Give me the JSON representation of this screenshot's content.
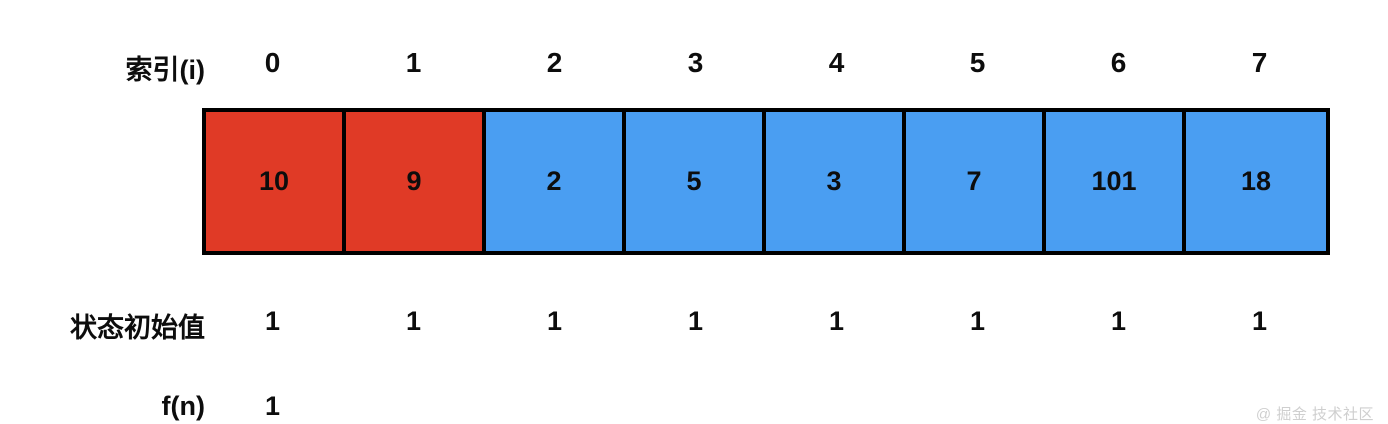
{
  "chart_data": {
    "type": "table",
    "title": "",
    "columns": [
      "0",
      "1",
      "2",
      "3",
      "4",
      "5",
      "6",
      "7"
    ],
    "rows": [
      {
        "label": "索引(i)",
        "values": [
          "0",
          "1",
          "2",
          "3",
          "4",
          "5",
          "6",
          "7"
        ]
      },
      {
        "label": "",
        "values": [
          "10",
          "9",
          "2",
          "5",
          "3",
          "7",
          "101",
          "18"
        ]
      },
      {
        "label": "状态初始值",
        "values": [
          "1",
          "1",
          "1",
          "1",
          "1",
          "1",
          "1",
          "1"
        ]
      },
      {
        "label": "f(n)",
        "values": [
          "1",
          "",
          "",
          "",
          "",
          "",
          "",
          ""
        ]
      }
    ],
    "highlight": {
      "red_indices": [
        0,
        1
      ],
      "blue_indices": [
        2,
        3,
        4,
        5,
        6,
        7
      ]
    }
  },
  "labels": {
    "index_row": "索引(i)",
    "init_state_row": "状态初始值",
    "fn_row": "f(n)"
  },
  "index_row": {
    "cells": [
      "0",
      "1",
      "2",
      "3",
      "4",
      "5",
      "6",
      "7"
    ]
  },
  "array_row": {
    "cells": [
      {
        "value": "10",
        "state": "red"
      },
      {
        "value": "9",
        "state": "red"
      },
      {
        "value": "2",
        "state": "blue"
      },
      {
        "value": "5",
        "state": "blue"
      },
      {
        "value": "3",
        "state": "blue"
      },
      {
        "value": "7",
        "state": "blue"
      },
      {
        "value": "101",
        "state": "blue"
      },
      {
        "value": "18",
        "state": "blue"
      }
    ]
  },
  "init_state_row": {
    "cells": [
      "1",
      "1",
      "1",
      "1",
      "1",
      "1",
      "1",
      "1"
    ]
  },
  "fn_row": {
    "cells": [
      "1",
      "",
      "",
      "",
      "",
      "",
      "",
      ""
    ]
  },
  "watermark": {
    "text": "@ 掘金 技术社区"
  },
  "colors": {
    "red_fill": "#E03A26",
    "blue_fill": "#4A9EF2",
    "border": "#000000",
    "text": "#0D0D0D",
    "background": "#FFFFFF",
    "watermark": "#CFCFCF"
  }
}
